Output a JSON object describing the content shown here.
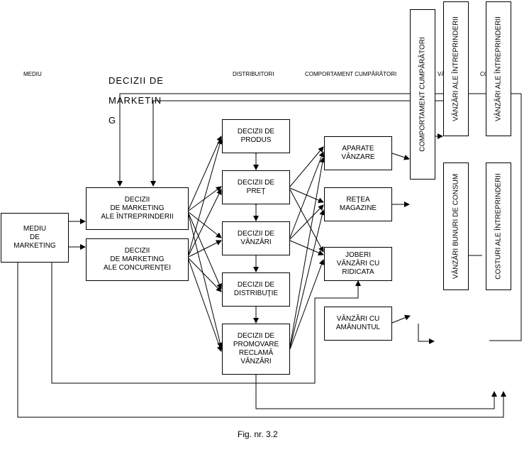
{
  "headers": {
    "mediu": "MEDIU",
    "distribuitori": "DISTRIBUITORI",
    "comportament": "COMPORTAMENT CUMPĂRĂTORI",
    "vanzari": "VÂNZĂRI",
    "costuri": "COSTURI"
  },
  "big_title": "DECIZII DE MARKETING",
  "boxes": {
    "mediu_marketing": "MEDIU\nDE\nMARKETING",
    "decizii_intreprinderii": "DECIZII\nDE MARKETING\nALE ÎNTREPRINDERII",
    "decizii_concurentei": "DECIZII\nDE MARKETING\nALE CONCURENŢEI",
    "produs": "DECIZII DE\nPRODUS",
    "pret": "DECIZII DE\nPREŢ",
    "vanzari": "DECIZII DE\nVÂNZĂRI",
    "distributie": "DECIZII DE\nDISTRIBUŢIE",
    "promovare": "DECIZII DE\nPROMOVARE\nRECLAMĂ\nVÂNZĂRI",
    "aparate": "APARATE\nVÂNZARE",
    "retea": "REŢEA\nMAGAZINE",
    "joberi": "JOBERI\nVÂNZĂRI CU\nRIDICATA",
    "amanuntul": "VÂNZĂRI CU\nAMĂNUNTUL"
  },
  "vertical_boxes": {
    "comportament": "COMPORTAMENT CUMPĂRĂTORI",
    "vanzari_intreprinderii": "VÂNZĂRI ALE ÎNTREPRINDERII",
    "costuri_top": "VÂNZĂRI ALE ÎNTREPRINDERII",
    "bunuri": "VÂNZĂRI BUNURI DE CONSUM",
    "costuri_intreprinderii": "COSTURI ALE ÎNTREPRINDERII"
  },
  "caption": "Fig. nr. 3.2"
}
